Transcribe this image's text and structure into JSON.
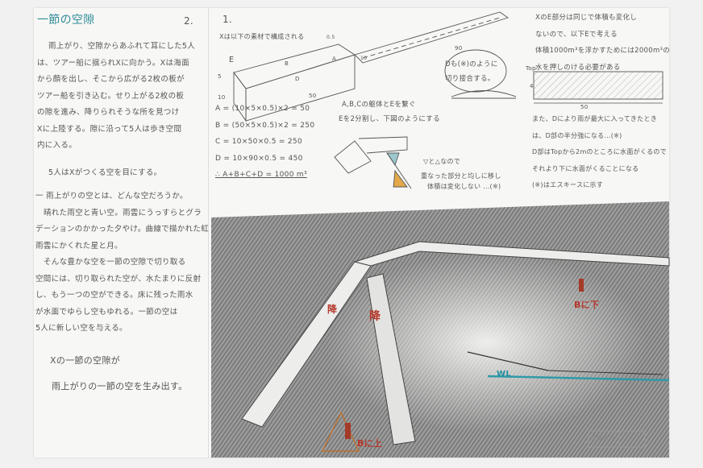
{
  "colors": {
    "paper": "#f7f7f5",
    "pencil": "#555555",
    "teal": "#2f8c99",
    "ochre": "#c98a2a",
    "red": "#b5382c"
  },
  "left": {
    "title": "一節の空隙",
    "page_number": "2.",
    "para1": [
      "雨上がり、空隙からあふれて耳にした5人",
      "は、ツアー船に揺られXに向かう。Xは海面",
      "から顔を出し、そこから広がる2枚の板が",
      "ツアー船を引き込む。せり上がる2枚の板",
      "の隙を進み、降りられそうな所を見つけ",
      "Xに上陸する。隙に沿って5人は歩き空間",
      "内に入る。"
    ],
    "line_sky": "5人はXがつくる空を目にする。",
    "para2": [
      "一 雨上がりの空とは、どんな空だろうか。",
      "晴れた雨空と青い空。雨雲にうっすらとグラ",
      "デーションのかかった夕やけ。曲線で描かれた虹",
      "雨雲にかくれた星と月。",
      "そんな豊かな空を一節の空隙で切り取る",
      "空間には、切り取られた空が、水たまりに反射",
      "し、もう一つの空ができる。床に残った雨水",
      "が水面でゆらし空もゆれる。一節の空は",
      "5人に新しい空を与える。"
    ],
    "closing": [
      "Xの一節の空隙が",
      "雨上がりの一節の空を生み出す。"
    ]
  },
  "middle": {
    "section_number": "1.",
    "intro": "Xは以下の素材で構成される",
    "labels": {
      "e": "E",
      "a": "A",
      "b": "B",
      "d": "D",
      "h5": "5",
      "w10": "10",
      "l50": "50",
      "l90": "90",
      "t05": "0.5",
      "w10b": "10"
    },
    "equations": [
      "A = (10×5×0.5)×2 = 50",
      "B = (50×5×0.5)×2 = 250",
      "C = 10×50×0.5 = 250",
      "D = 10×90×0.5 = 450",
      "∴ A+B+C+D = 1000 m³"
    ],
    "join_note": [
      "A,B,Cの躯体とEを繋ぐ",
      "Eを2分割し、下図のようにする"
    ],
    "d_note": [
      "Dも(※)のように",
      "切り接合する。"
    ],
    "triangle_note": [
      "▽と△なので",
      "重なった部分と均しに移し",
      "体積は変化しない …(※)"
    ]
  },
  "right": {
    "notes1": [
      "XのE部分は同じで体積も変化し",
      "ないので、以下Eで考える",
      "体積1000m³を浮かすためには2000m³の",
      "水を押しのける必要がある"
    ],
    "diagram_labels": {
      "top": "Top",
      "h4": "4",
      "l50": "50"
    },
    "notes2": [
      "また、Dにより雨が最大に入ってきたとき",
      "は、D部の半分強になる…(※)",
      "D部はTopから2mのところに水面がくるので",
      "それより下に水面がくることになる",
      "(※)はエスキースに示す"
    ]
  },
  "perspective": {
    "label_descend_1": "降",
    "label_descend_2": "降",
    "label_go_down": "Bに下",
    "label_go_up": "Bに上",
    "water_level": "WL",
    "stamp": "受験番号"
  }
}
